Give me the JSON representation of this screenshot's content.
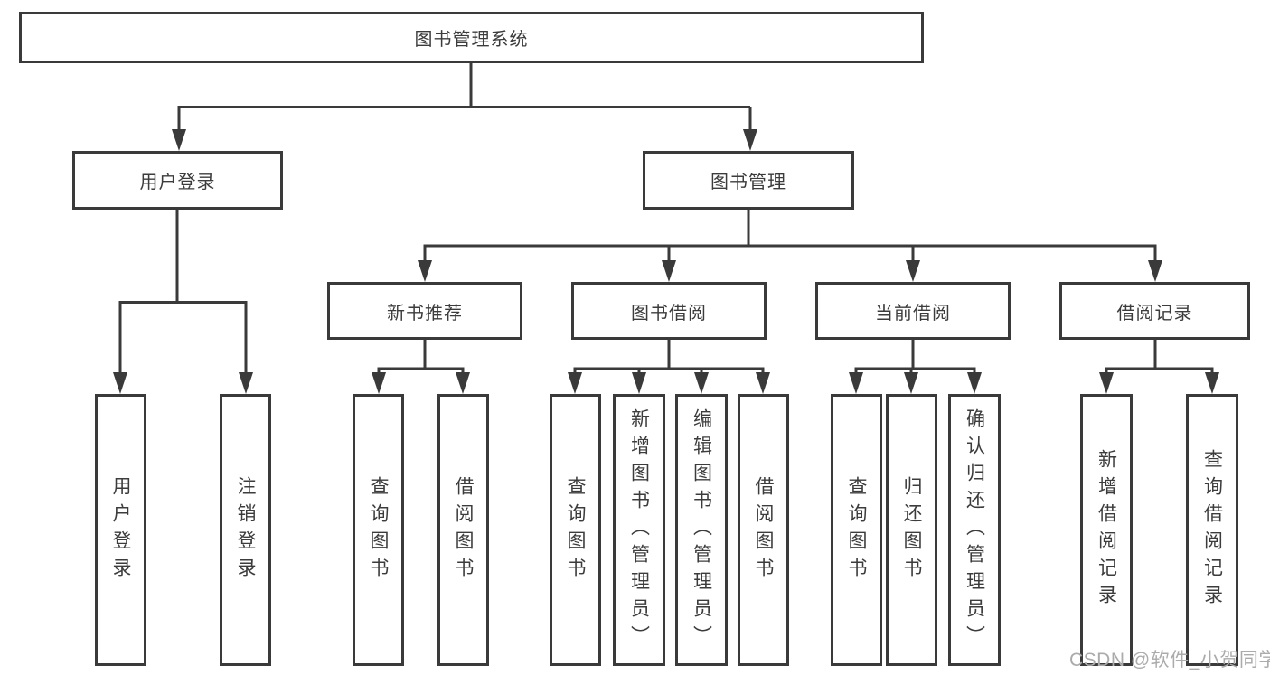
{
  "colors": {
    "line": "#3a3a3a",
    "box_border": "#3a3a3a",
    "text": "#3c3c3c",
    "watermark": "#ababab",
    "background": "#ffffff"
  },
  "nodes": {
    "root": "图书管理系统",
    "level2": {
      "left": "用户登录",
      "right": "图书管理"
    },
    "userChildren": [
      "用户登录",
      "注销登录"
    ],
    "groups": [
      {
        "label": "新书推荐",
        "children": [
          "查询图书",
          "借阅图书"
        ]
      },
      {
        "label": "图书借阅",
        "children": [
          "查询图书",
          "新增图书（管理员）",
          "编辑图书（管理员）",
          "借阅图书"
        ]
      },
      {
        "label": "当前借阅",
        "children": [
          "查询图书",
          "归还图书",
          "确认归还（管理员）"
        ]
      },
      {
        "label": "借阅记录",
        "children": [
          "新增借阅记录",
          "查询借阅记录"
        ]
      }
    ]
  },
  "watermark": "CSDN @软件_小贺同学"
}
